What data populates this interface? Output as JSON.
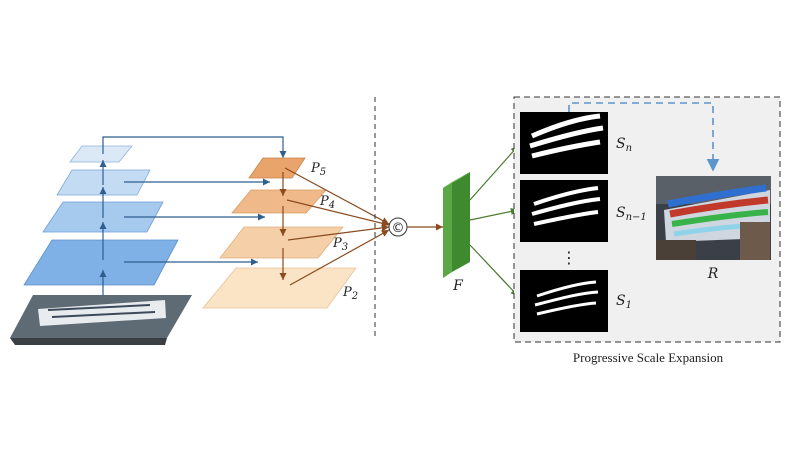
{
  "labels": {
    "p5": {
      "base": "P",
      "sub": "5"
    },
    "p4": {
      "base": "P",
      "sub": "4"
    },
    "p3": {
      "base": "P",
      "sub": "3"
    },
    "p2": {
      "base": "P",
      "sub": "2"
    },
    "concat": "©",
    "f": "F",
    "sn": {
      "base": "S",
      "sub": "n"
    },
    "sn1": {
      "base": "S",
      "sub": "n−1"
    },
    "s1": {
      "base": "S",
      "sub": "1"
    },
    "r": "R",
    "dots": "⋮",
    "caption": "Progressive Scale Expansion"
  },
  "colors": {
    "backbone_light": "#dbe9f7",
    "backbone_mid": "#bcd6f1",
    "backbone_dark": "#7fb0e6",
    "fpn_p5": "#e8a46a",
    "fpn_p4": "#f0b98a",
    "fpn_p3": "#f5cfa8",
    "fpn_p2": "#fbe3c6",
    "blue_arrow": "#2f5f8f",
    "brown_arrow": "#8b4a1f",
    "feature_green": "#5aa845",
    "dashed_box_bg": "#f0f0f0",
    "dashed_blue": "#5b95cc"
  }
}
